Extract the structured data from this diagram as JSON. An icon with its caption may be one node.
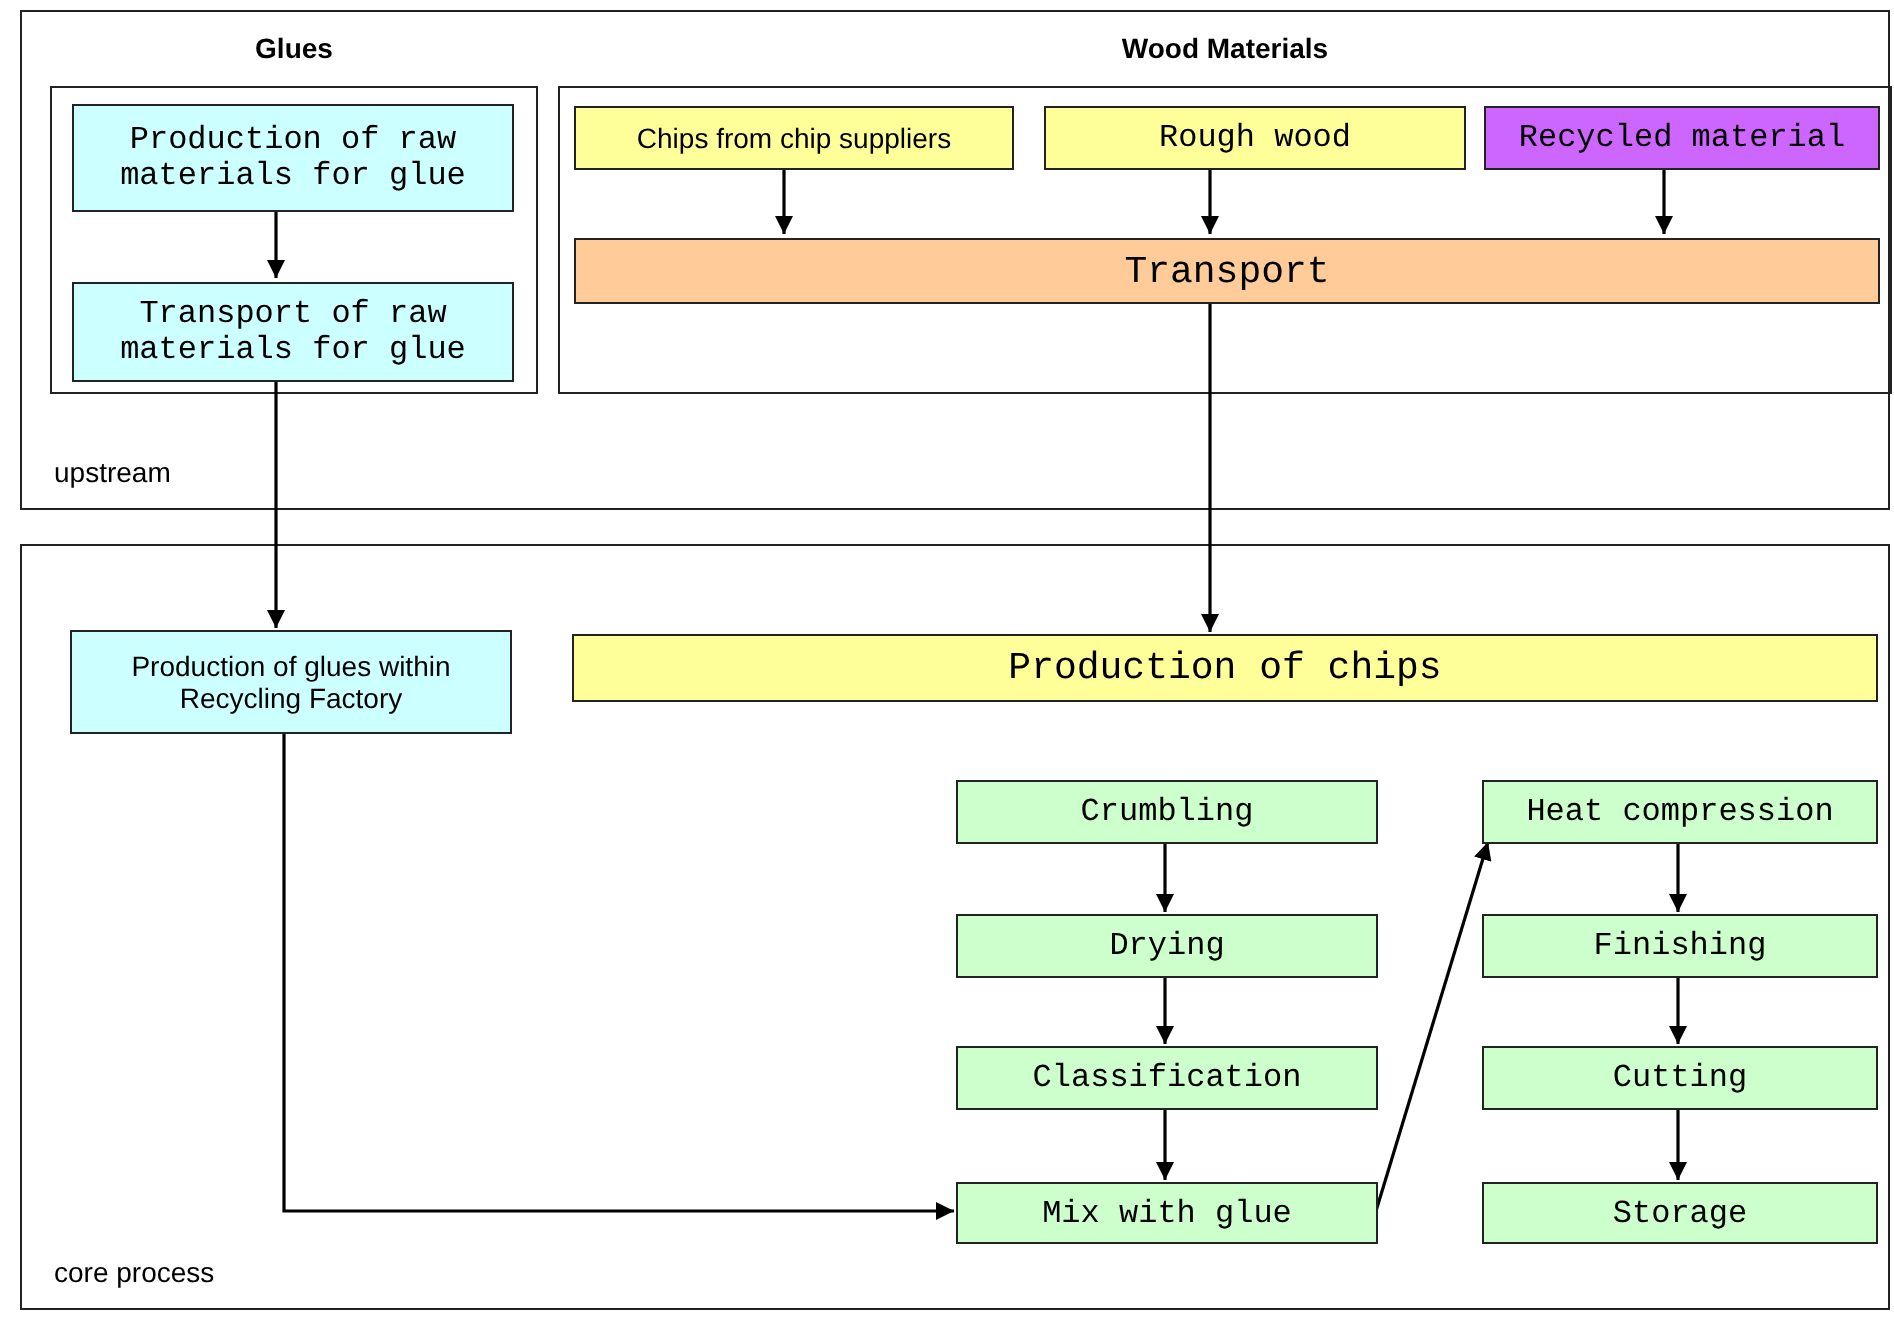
{
  "diagram": {
    "nodes": [
      {
        "text": [
          "upstream"
        ]
      },
      {
        "text": [
          "Glues"
        ],
        "in": 0
      },
      {
        "text": [
          "Production of raw materials for glue"
        ],
        "in": 1
      },
      {
        "text": [
          "Transport of raw materials for glue"
        ],
        "in": 1
      },
      {
        "text": [
          "Wood Materials"
        ],
        "in": 0
      },
      {
        "text": [
          "Chips from chip suppliers"
        ],
        "in": 4
      },
      {
        "text": [
          "Rough wood"
        ],
        "in": 4
      },
      {
        "text": [
          "Recycled material"
        ],
        "in": 4
      },
      {
        "text": [
          "Transport"
        ],
        "in": 4
      },
      {
        "text": [
          "core process"
        ]
      },
      {
        "text": [
          "Production of glues within Recycling Factory"
        ],
        "in": 9
      },
      {
        "text": [
          "Production of chips"
        ],
        "in": 9
      },
      {
        "text": [
          "Crumbling"
        ],
        "in": 9
      },
      {
        "text": [
          "Drying"
        ],
        "in": 9
      },
      {
        "text": [
          "Classification"
        ],
        "in": 9
      },
      {
        "text": [
          "Mix with glue"
        ],
        "in": 9
      },
      {
        "text": [
          "Heat compression"
        ],
        "in": 9
      },
      {
        "text": [
          "Finishing"
        ],
        "in": 9
      },
      {
        "text": [
          "Cutting"
        ],
        "in": 9
      },
      {
        "text": [
          "Storage"
        ],
        "in": 9
      }
    ],
    "edges": [
      {
        "from": 2,
        "to": 3,
        "arrow": "to"
      },
      {
        "from": 5,
        "to": 8,
        "arrow": "to"
      },
      {
        "from": 6,
        "to": 8,
        "arrow": "to"
      },
      {
        "from": 7,
        "to": 8,
        "arrow": "to"
      },
      {
        "from": 3,
        "to": 10,
        "arrow": "to"
      },
      {
        "from": 8,
        "to": 11,
        "arrow": "to"
      },
      {
        "from": 12,
        "to": 13,
        "arrow": "to"
      },
      {
        "from": 13,
        "to": 14,
        "arrow": "to"
      },
      {
        "from": 14,
        "to": 15,
        "arrow": "to"
      },
      {
        "from": 10,
        "to": 15,
        "arrow": "to"
      },
      {
        "from": 15,
        "to": 16,
        "arrow": "to"
      },
      {
        "from": 16,
        "to": 17,
        "arrow": "to"
      },
      {
        "from": 17,
        "to": 18,
        "arrow": "to"
      },
      {
        "from": 18,
        "to": 19,
        "arrow": "to"
      }
    ]
  }
}
